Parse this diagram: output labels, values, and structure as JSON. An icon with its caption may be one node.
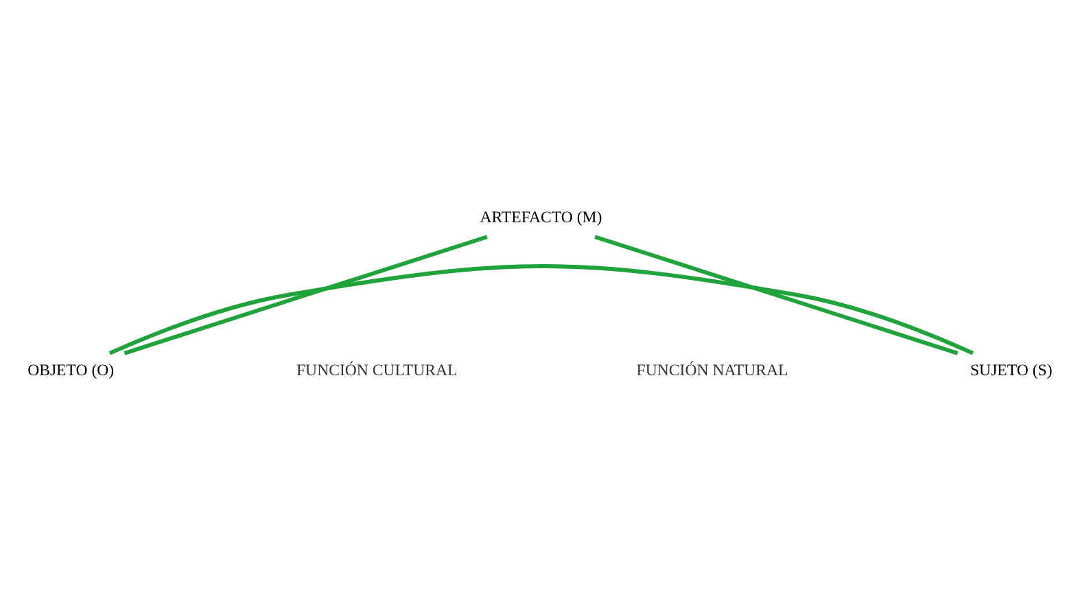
{
  "diagram": {
    "nodes": [
      {
        "text": [
          "ARTEFACTO (M)"
        ]
      },
      {
        "text": [
          "SUJETO (S)"
        ]
      },
      {
        "text": [
          "OBJETO (O)"
        ]
      }
    ],
    "edges": [
      {
        "from": 0,
        "to": 1,
        "arrow": "none"
      },
      {
        "from": 1,
        "to": 2,
        "arrow": "none"
      },
      {
        "from": 2,
        "to": 0,
        "arrow": "none"
      }
    ],
    "labels": [
      "FUNCIÓN NATURAL",
      "FUNCIÓN CULTURAL"
    ]
  }
}
